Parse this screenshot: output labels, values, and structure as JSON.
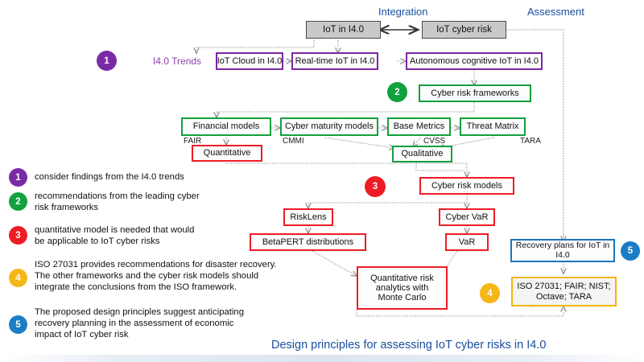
{
  "title": "Design principles for assessing IoT cyber risks in I4.0",
  "labels": {
    "integration": "Integration",
    "assessment": "Assessment",
    "trends": "I4.0 Trends"
  },
  "colors": {
    "gray": "#c9c9c9",
    "purple": "#7b27a3",
    "green": "#14a03c",
    "red": "#ee1c25",
    "blue": "#1a74bd",
    "yellow": "#f2b705",
    "title_blue": "#1a4fa0"
  },
  "nodes": {
    "iot_in_i40": "IoT in I4.0",
    "iot_cyber_risk": "IoT cyber risk",
    "iot_cloud": "IoT Cloud in I4.0",
    "realtime_iot": "Real-time IoT in I4.0",
    "autonomous_iot": "Autonomous cognitive IoT in I4.0",
    "cyber_risk_frameworks": "Cyber risk frameworks",
    "financial_models": "Financial models",
    "cyber_maturity_models": "Cyber maturity models",
    "base_metrics": "Base Metrics",
    "threat_matrix": "Threat Matrix",
    "quantitative": "Quantitative",
    "qualitative": "Qualitative",
    "cyber_risk_models": "Cyber risk models",
    "risklens": "RiskLens",
    "cyber_var": "Cyber VaR",
    "betapert": "BetaPERT distributions",
    "var": "VaR",
    "monte_carlo": "Quantitative risk analytics with Monte Carlo",
    "recovery_plans": "Recovery plans for IoT in I4.0",
    "iso_list": "ISO 27031; FAIR; NIST; Octave; TARA"
  },
  "sublabels": {
    "fair": "FAIR",
    "cmmi": "CMMI",
    "cvss": "CVSS",
    "tara": "TARA"
  },
  "badges": {
    "one": "1",
    "two": "2",
    "three": "3",
    "four": "4",
    "five": "5"
  },
  "legend": [
    {
      "num": "1",
      "text": "consider findings from the I4.0 trends"
    },
    {
      "num": "2",
      "text": "recommendations from the leading cyber\nrisk frameworks"
    },
    {
      "num": "3",
      "text": "quantitative model is needed that would\n be applicable to IoT cyber risks"
    },
    {
      "num": "4",
      "text": "ISO 27031 provides recommendations for disaster recovery.\nThe other frameworks and the cyber risk models should\nintegrate the conclusions from the ISO framework."
    },
    {
      "num": "5",
      "text": "The proposed design principles suggest anticipating\nrecovery planning in the assessment of economic\nimpact of IoT cyber risk"
    }
  ]
}
